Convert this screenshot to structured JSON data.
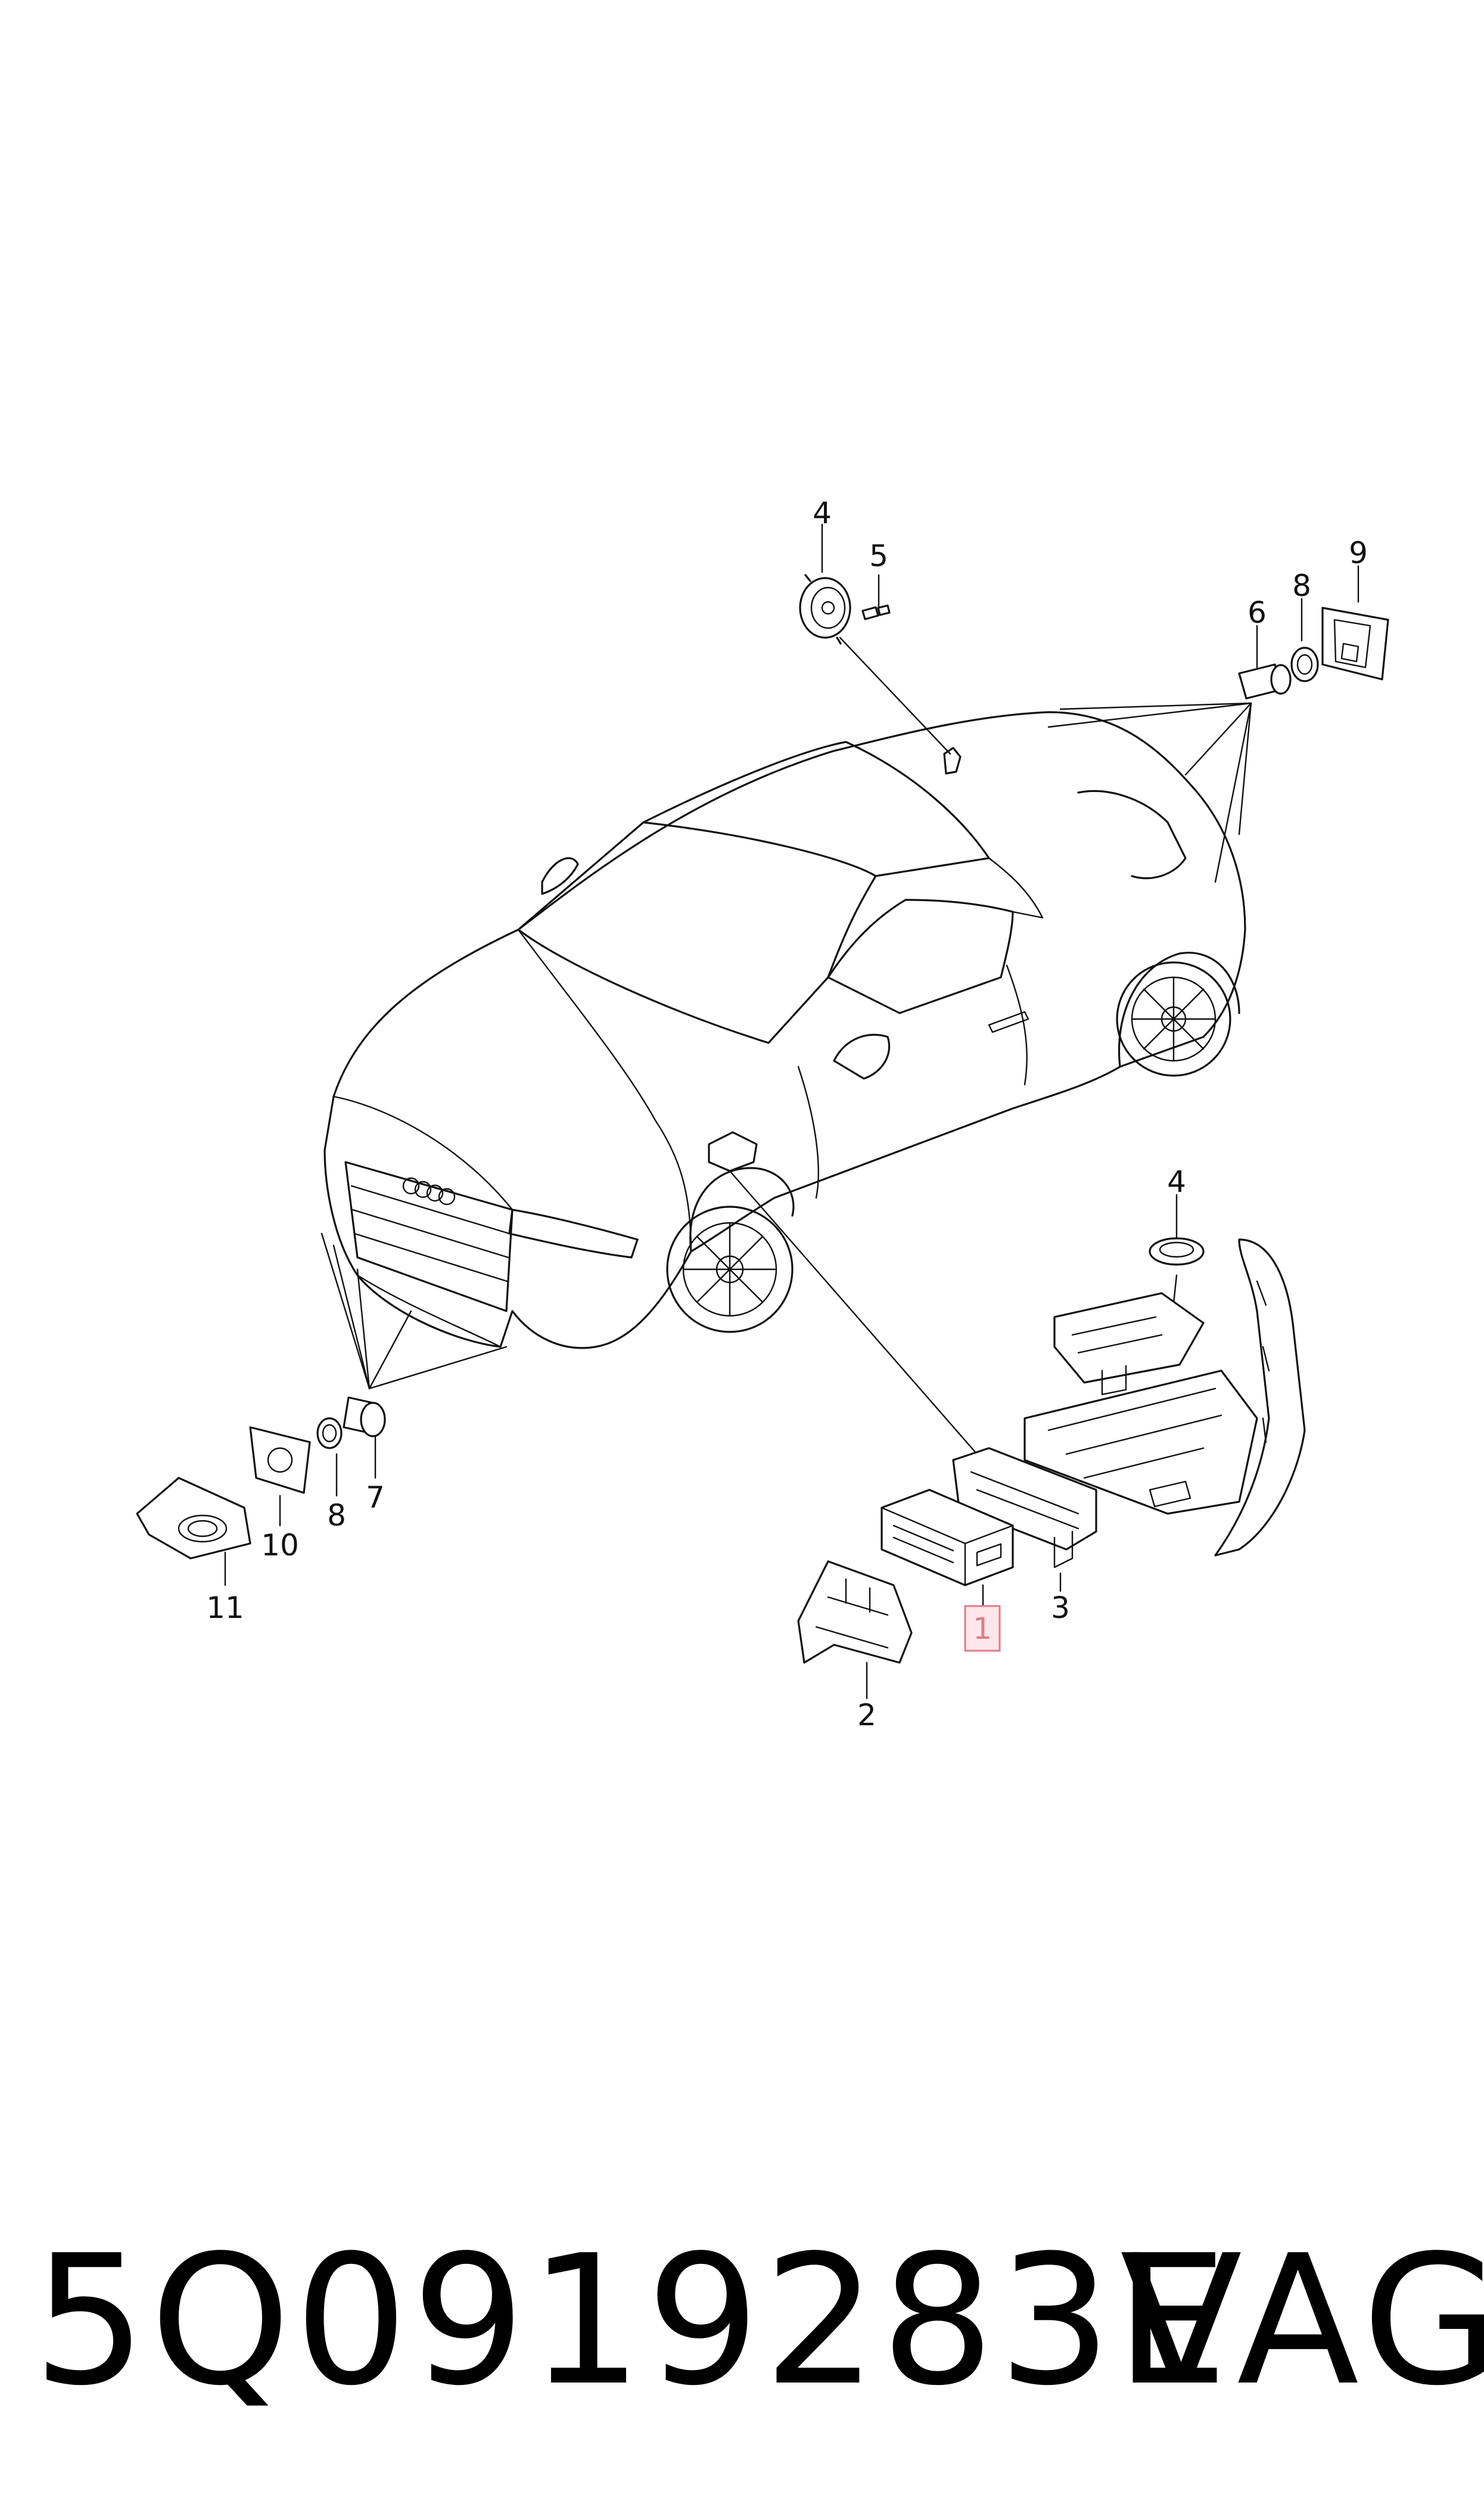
{
  "diagram": {
    "callouts": {
      "c1": "1",
      "c2": "2",
      "c3": "3",
      "c4_top": "4",
      "c4_right": "4",
      "c5": "5",
      "c6": "6",
      "c7": "7",
      "c8_left": "8",
      "c8_right": "8",
      "c9": "9",
      "c10": "10",
      "c11": "11"
    },
    "highlighted_callout": "1",
    "highlight_color": "#e07b8a"
  },
  "footer": {
    "part_number": "5Q0919283E",
    "brand": "VAG"
  }
}
